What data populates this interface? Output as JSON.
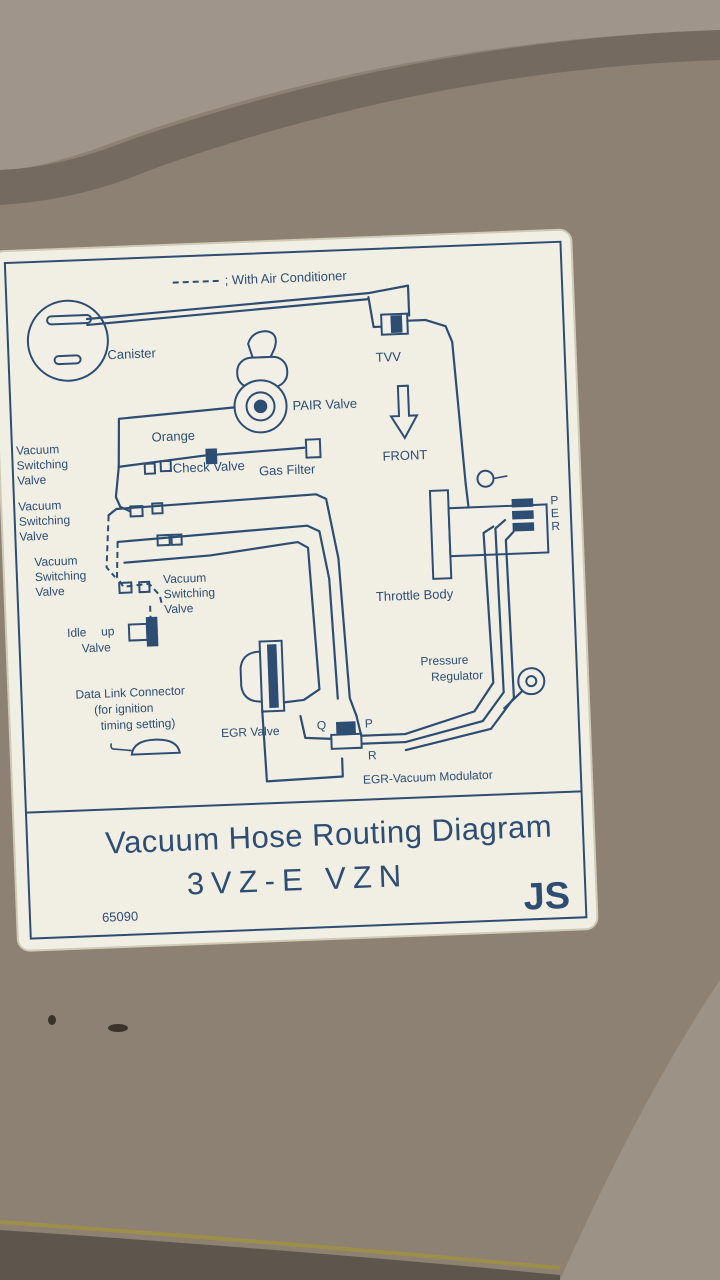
{
  "label": {
    "legend": "; With Air Conditioner",
    "canister": "Canister",
    "tvv": "TVV",
    "pair_valve": "PAIR Valve",
    "orange": "Orange",
    "check_valve": "Check Valve",
    "gas_filter": "Gas Filter",
    "front": "FRONT",
    "vsv1": [
      "Vacuum",
      "Switching",
      "Valve"
    ],
    "vsv2": [
      "Vacuum",
      "Switching",
      "Valve"
    ],
    "vsv3": [
      "Vacuum",
      "Switching",
      "Valve"
    ],
    "vsv4": [
      "Vacuum",
      "Switching",
      "Valve"
    ],
    "idle_up": [
      "Idle",
      "up",
      "Valve"
    ],
    "throttle_body": "Throttle Body",
    "port_p": "P",
    "port_e": "E",
    "port_r": "R",
    "pressure_regulator": [
      "Pressure",
      "Regulator"
    ],
    "data_link": [
      "Data Link Connector",
      "(for ignition",
      "timing setting)"
    ],
    "egr_valve": "EGR Valve",
    "mod_q": "Q",
    "mod_p": "P",
    "mod_r": "R",
    "egr_modulator": "EGR-Vacuum Modulator",
    "title": "Vacuum Hose Routing Diagram",
    "model": "3VZ-E  VZN",
    "part_code": "65090",
    "brand": "JS"
  },
  "colors": {
    "ink": "#2e4d73",
    "card": "#f2f0e6",
    "background": "#8b7f72"
  }
}
